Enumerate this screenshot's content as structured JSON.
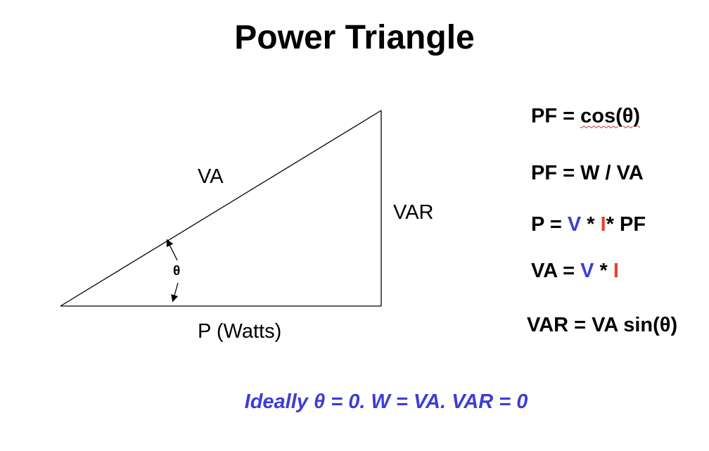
{
  "title": "Power Triangle",
  "diagram": {
    "hypotenuse_label": "VA",
    "vertical_label": "VAR",
    "base_label": "P (Watts)",
    "angle_label": "θ"
  },
  "formulas": {
    "pf_cos": {
      "lhs": "PF = ",
      "rhs": "cos(θ)"
    },
    "pf_ratio": "PF = W / VA",
    "power": {
      "p1": "P = ",
      "v": "V",
      "p2": " * ",
      "i": "I",
      "p3": "* PF"
    },
    "va": {
      "p1": "VA = ",
      "v": "V",
      "p2": " * ",
      "i": "I"
    },
    "var": "VAR = VA sin(θ)"
  },
  "footer": "Ideally θ = 0.  W = VA.  VAR = 0",
  "colors": {
    "voltage": "#3d3dd6",
    "current": "#e8402a",
    "footer_text": "#3d3dd6",
    "spell_check_underline": "#d22b2b"
  }
}
